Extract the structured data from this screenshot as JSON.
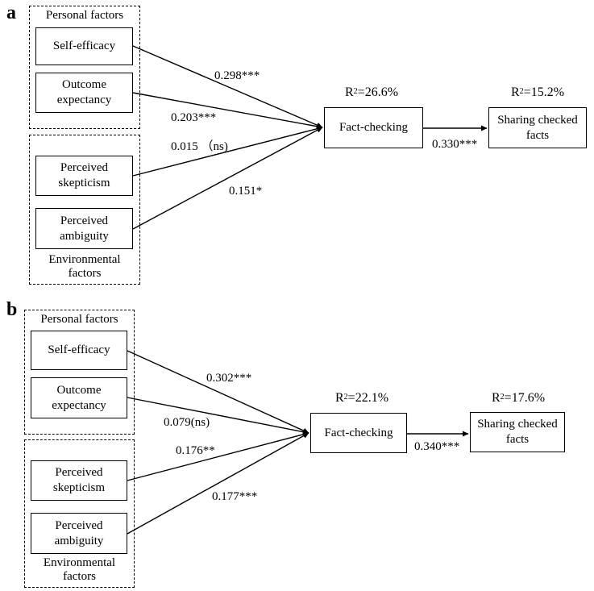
{
  "panels": [
    {
      "letter": "a",
      "personal_group_label": "Personal factors",
      "environmental_group_label": "Environmental\nfactors",
      "predictors": {
        "self_efficacy": "Self-efficacy",
        "outcome_expectancy": "Outcome\nexpectancy",
        "perceived_skepticism": "Perceived\nskepticism",
        "perceived_ambiguity": "Perceived\nambiguity"
      },
      "mediator": "Fact-checking",
      "outcome": "Sharing checked\nfacts",
      "mediator_r2_value": "=26.6%",
      "outcome_r2_value": "=15.2%",
      "paths": {
        "self_efficacy": "0.298***",
        "outcome_expectancy": "0.203***",
        "perceived_skepticism": "0.015 （ns)",
        "perceived_ambiguity": "0.151*",
        "fact_checking_to_sharing": "0.330***"
      }
    },
    {
      "letter": "b",
      "personal_group_label": "Personal factors",
      "environmental_group_label": "Environmental\nfactors",
      "predictors": {
        "self_efficacy": "Self-efficacy",
        "outcome_expectancy": "Outcome\nexpectancy",
        "perceived_skepticism": "Perceived\nskepticism",
        "perceived_ambiguity": "Perceived\nambiguity"
      },
      "mediator": "Fact-checking",
      "outcome": "Sharing checked\nfacts",
      "mediator_r2_value": "=22.1%",
      "outcome_r2_value": "=17.6%",
      "paths": {
        "self_efficacy": "0.302***",
        "outcome_expectancy": "0.079(ns)",
        "perceived_skepticism": "0.176**",
        "perceived_ambiguity": "0.177***",
        "fact_checking_to_sharing": "0.340***"
      }
    }
  ]
}
